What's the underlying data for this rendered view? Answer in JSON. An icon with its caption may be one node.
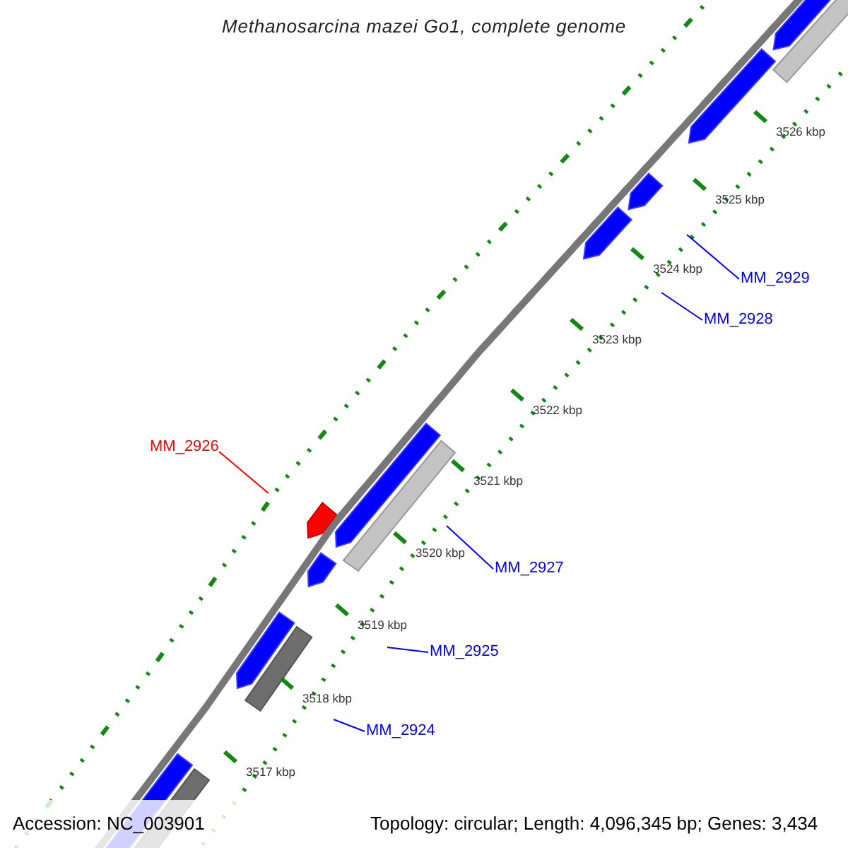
{
  "diagram": {
    "title": "Methanosarcina mazei Go1, complete genome",
    "nodes": [
      {
        "text": [
          "MM_2929"
        ]
      },
      {
        "text": [
          "MM_2928"
        ]
      },
      {
        "text": [
          "MM_2926"
        ]
      },
      {
        "text": [
          "MM_2927"
        ]
      },
      {
        "text": [
          "MM_2925"
        ]
      },
      {
        "text": [
          "MM_2924"
        ]
      }
    ],
    "edges": [
      {
        "from": 0,
        "to": null,
        "arrow": "none"
      },
      {
        "from": 1,
        "to": null,
        "arrow": "none"
      },
      {
        "from": 2,
        "to": null,
        "arrow": "none",
        "color": "#ff0000"
      },
      {
        "from": 3,
        "to": null,
        "arrow": "none"
      },
      {
        "from": 4,
        "to": null,
        "arrow": "none"
      },
      {
        "from": 5,
        "to": null,
        "arrow": "none"
      }
    ],
    "labels": [
      "3526 kbp",
      "3525 kbp",
      "3524 kbp",
      "3523 kbp",
      "3522 kbp",
      "3521 kbp",
      "3520 kbp",
      "3519 kbp",
      "3518 kbp",
      "3517 kbp",
      "Accession: NC_003901",
      "Topology: circular; Length: 4,096,345 bp; Genes: 3,434"
    ]
  }
}
